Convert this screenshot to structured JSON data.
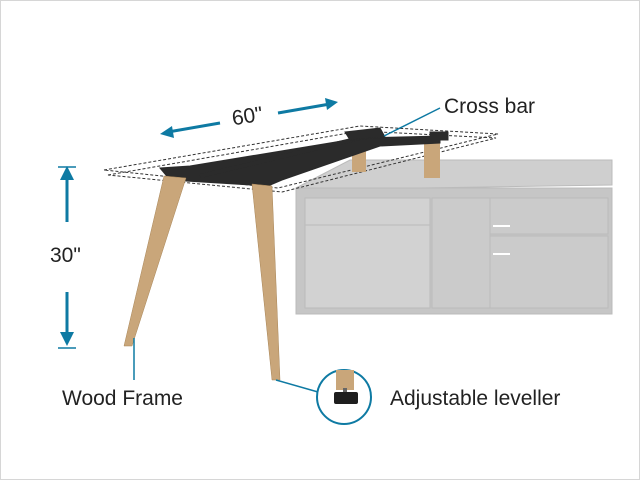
{
  "labels": {
    "width": "60\"",
    "height": "30\"",
    "cross_bar": "Cross bar",
    "wood_frame": "Wood Frame",
    "leveller": "Adjustable leveller"
  },
  "colors": {
    "accent": "#0e7aa3",
    "wood": "#c9a67a",
    "frame": "#2b2b2b",
    "cabinet": "#c8c8c8"
  }
}
